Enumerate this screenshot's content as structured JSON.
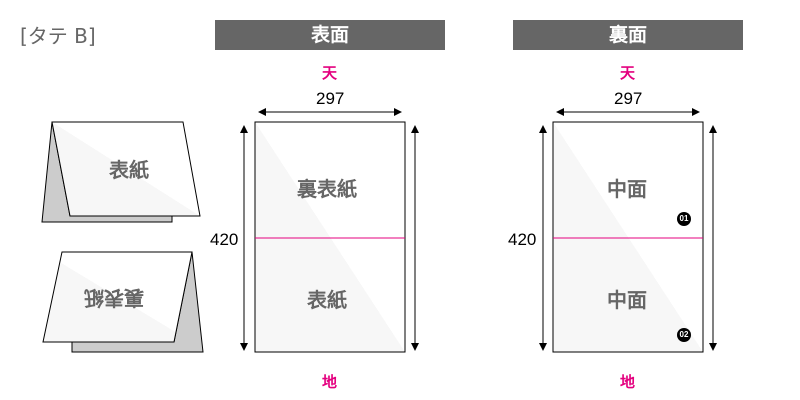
{
  "title": "[タテ B]",
  "front": {
    "header": "表面",
    "top": "天",
    "bottom": "地",
    "width": "297",
    "height": "420",
    "upper": "裏表紙",
    "lower": "表紙"
  },
  "back": {
    "header": "裏面",
    "top": "天",
    "bottom": "地",
    "width": "297",
    "height": "420",
    "upper": "中面",
    "lower": "中面",
    "badge1": "01",
    "badge2": "02"
  },
  "tents": {
    "upright": "表紙",
    "inverted": "裏表紙"
  },
  "colors": {
    "fold": "#e4007f",
    "header": "#666666"
  }
}
